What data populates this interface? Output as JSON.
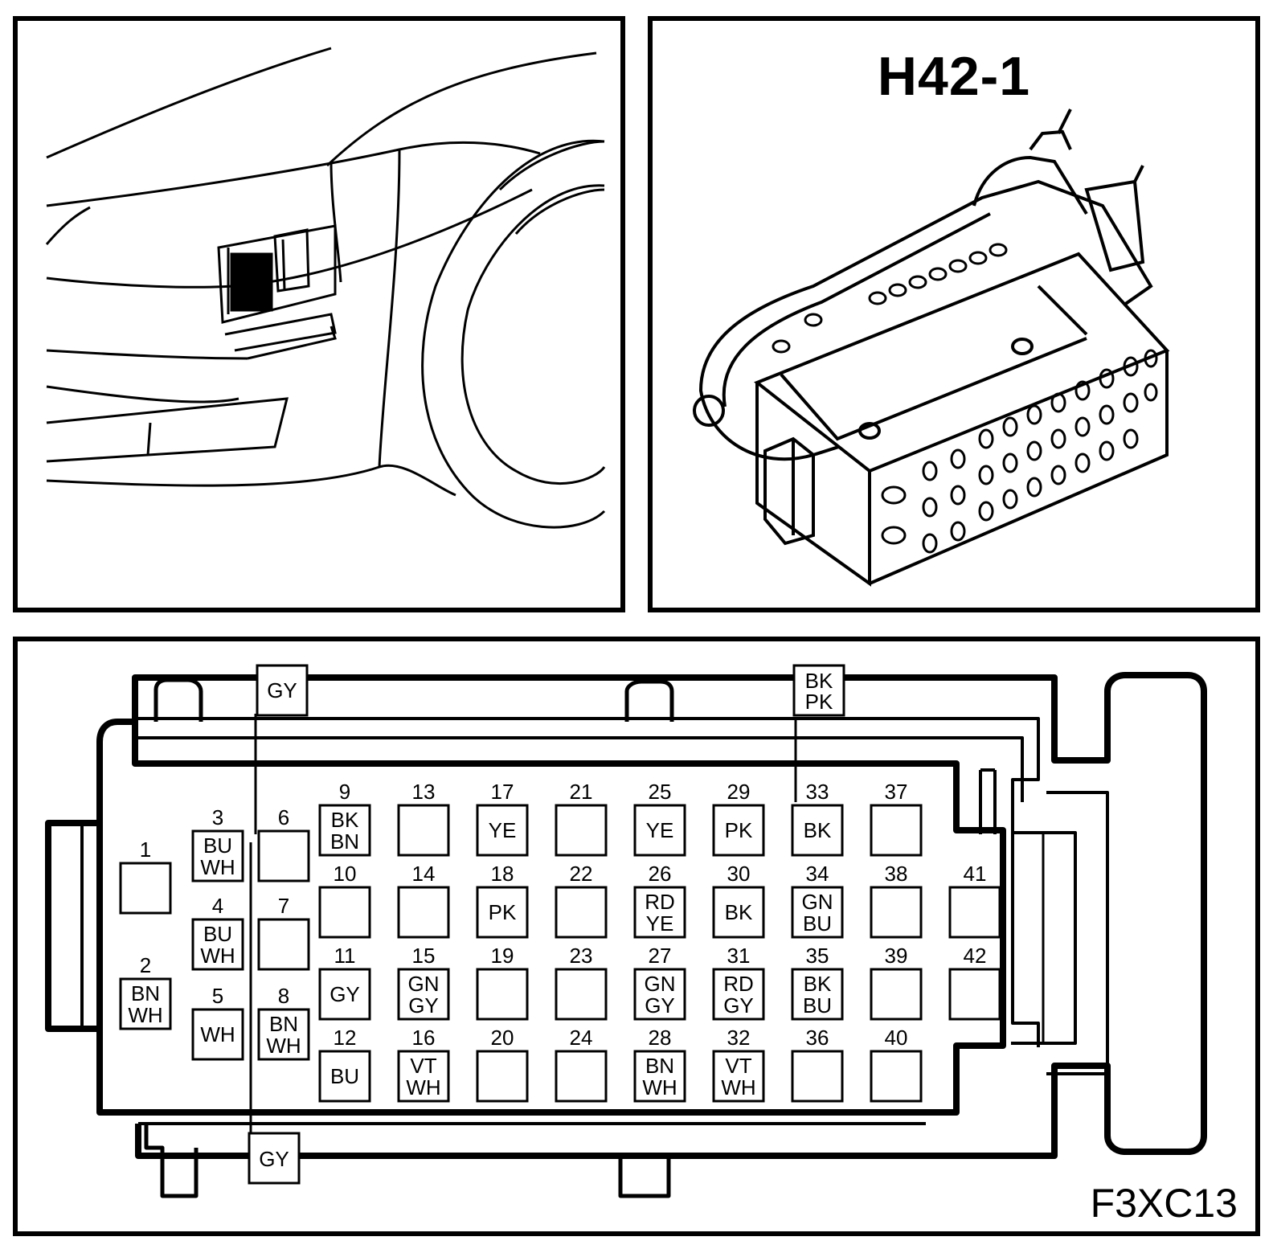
{
  "connector": {
    "title": "H42-1"
  },
  "figure_code": "F3XC13",
  "callouts": {
    "top_left": "GY",
    "top_right": [
      "BK",
      "PK"
    ],
    "bottom_left": "GY"
  },
  "pins": [
    {
      "n": "1",
      "c": []
    },
    {
      "n": "2",
      "c": [
        "BN",
        "WH"
      ]
    },
    {
      "n": "3",
      "c": [
        "BU",
        "WH"
      ]
    },
    {
      "n": "4",
      "c": [
        "BU",
        "WH"
      ]
    },
    {
      "n": "5",
      "c": [
        "WH"
      ]
    },
    {
      "n": "6",
      "c": []
    },
    {
      "n": "7",
      "c": []
    },
    {
      "n": "8",
      "c": [
        "BN",
        "WH"
      ]
    },
    {
      "n": "9",
      "c": [
        "BK",
        "BN"
      ]
    },
    {
      "n": "10",
      "c": []
    },
    {
      "n": "11",
      "c": [
        "GY"
      ]
    },
    {
      "n": "12",
      "c": [
        "BU"
      ]
    },
    {
      "n": "13",
      "c": []
    },
    {
      "n": "14",
      "c": []
    },
    {
      "n": "15",
      "c": [
        "GN",
        "GY"
      ]
    },
    {
      "n": "16",
      "c": [
        "VT",
        "WH"
      ]
    },
    {
      "n": "17",
      "c": [
        "YE"
      ]
    },
    {
      "n": "18",
      "c": [
        "PK"
      ]
    },
    {
      "n": "19",
      "c": []
    },
    {
      "n": "20",
      "c": []
    },
    {
      "n": "21",
      "c": []
    },
    {
      "n": "22",
      "c": []
    },
    {
      "n": "23",
      "c": []
    },
    {
      "n": "24",
      "c": []
    },
    {
      "n": "25",
      "c": [
        "YE"
      ]
    },
    {
      "n": "26",
      "c": [
        "RD",
        "YE"
      ]
    },
    {
      "n": "27",
      "c": [
        "GN",
        "GY"
      ]
    },
    {
      "n": "28",
      "c": [
        "BN",
        "WH"
      ]
    },
    {
      "n": "29",
      "c": [
        "PK"
      ]
    },
    {
      "n": "30",
      "c": [
        "BK"
      ]
    },
    {
      "n": "31",
      "c": [
        "RD",
        "GY"
      ]
    },
    {
      "n": "32",
      "c": [
        "VT",
        "WH"
      ]
    },
    {
      "n": "33",
      "c": [
        "BK"
      ]
    },
    {
      "n": "34",
      "c": [
        "GN",
        "BU"
      ]
    },
    {
      "n": "35",
      "c": [
        "BK",
        "BU"
      ]
    },
    {
      "n": "36",
      "c": []
    },
    {
      "n": "37",
      "c": []
    },
    {
      "n": "38",
      "c": []
    },
    {
      "n": "39",
      "c": []
    },
    {
      "n": "40",
      "c": []
    },
    {
      "n": "41",
      "c": []
    },
    {
      "n": "42",
      "c": []
    }
  ]
}
